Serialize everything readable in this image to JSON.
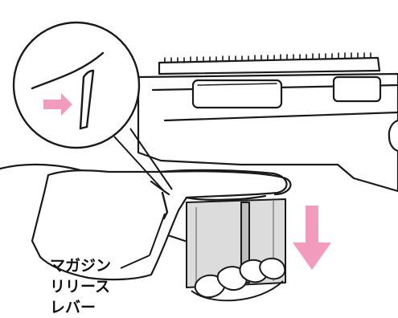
{
  "diagram": {
    "callout_label_lines": [
      "マガジン",
      "リリース",
      "レバー"
    ],
    "colors": {
      "outline": "#1a1a1a",
      "arrow_pink": "#f29bbc",
      "magazine_fill": "#dcdcdc",
      "magazine_shade": "#bdbdbd"
    },
    "icons": {
      "push_arrow": "right-arrow",
      "drop_arrow": "down-arrow"
    }
  }
}
